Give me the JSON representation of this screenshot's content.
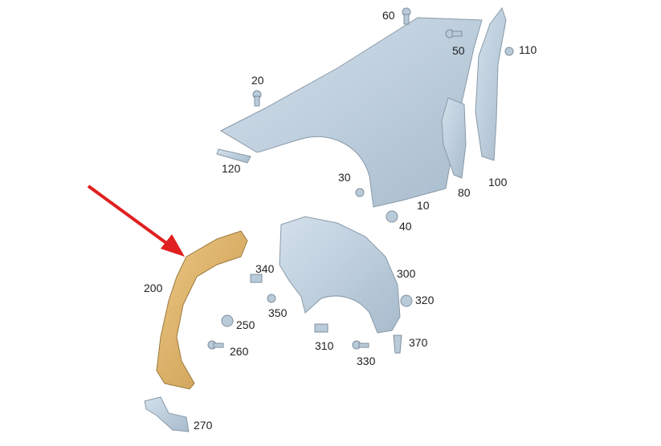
{
  "diagram": {
    "highlight_color": "#e02020",
    "highlighted_part": "200",
    "colors": {
      "part": "#b9cad9",
      "highlight": "#d9ad63"
    },
    "labels": {
      "p10": "10",
      "p20": "20",
      "p30": "30",
      "p40": "40",
      "p50": "50",
      "p60": "60",
      "p80": "80",
      "p100": "100",
      "p110": "110",
      "p120": "120",
      "p200": "200",
      "p250": "250",
      "p260": "260",
      "p270": "270",
      "p300": "300",
      "p310": "310",
      "p320": "320",
      "p330": "330",
      "p340": "340",
      "p350": "350",
      "p370": "370"
    }
  }
}
